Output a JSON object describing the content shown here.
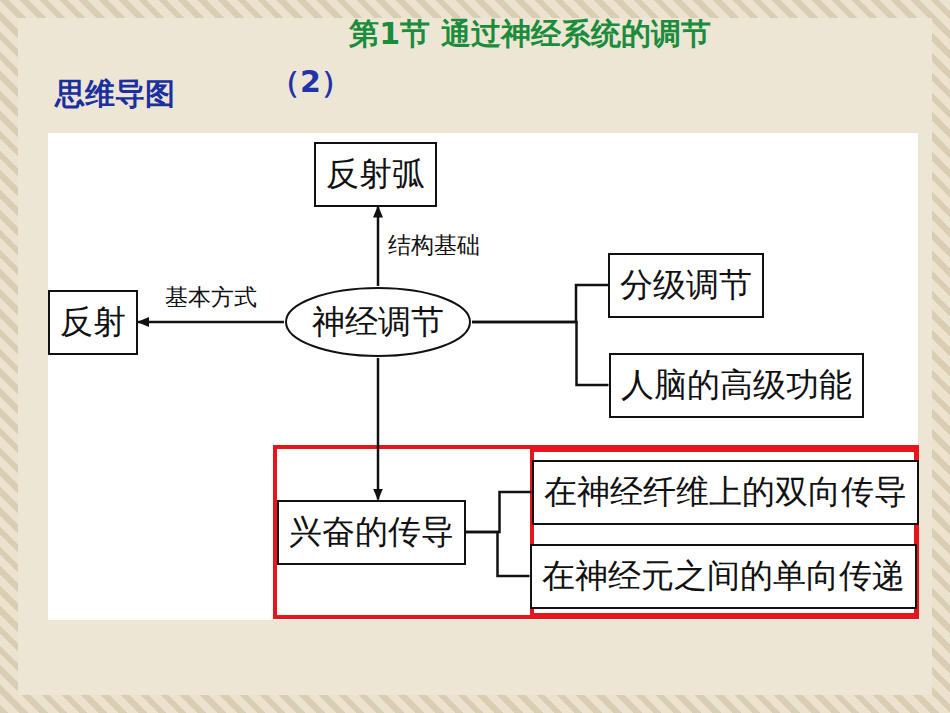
{
  "diagram": {
    "title": "第1节 通过神经系统的调节",
    "nodes": [
      {
        "text": [
          "反射弧"
        ]
      },
      {
        "text": [
          "神经调节"
        ]
      },
      {
        "text": [
          "反射"
        ]
      },
      {
        "text": [
          "分级调节"
        ]
      },
      {
        "text": [
          "人脑的高级功能"
        ]
      },
      {
        "text": [
          "兴奋的传导"
        ]
      },
      {
        "text": [
          "在神经纤维上的双向传导"
        ]
      },
      {
        "text": [
          "在神经元之间的单向传递"
        ]
      }
    ],
    "edges": [
      {
        "from": 1,
        "to": 0,
        "arrow": "to",
        "label": "结构基础"
      },
      {
        "from": 1,
        "to": 2,
        "arrow": "to",
        "label": "基本方式"
      },
      {
        "from": 1,
        "to": 3,
        "arrow": "none"
      },
      {
        "from": 1,
        "to": 4,
        "arrow": "none"
      },
      {
        "from": 1,
        "to": 5,
        "arrow": "to"
      },
      {
        "from": 5,
        "to": 6,
        "arrow": "none"
      },
      {
        "from": 5,
        "to": 7,
        "arrow": "none"
      }
    ],
    "labels": [
      "（2）",
      "思维导图"
    ]
  }
}
